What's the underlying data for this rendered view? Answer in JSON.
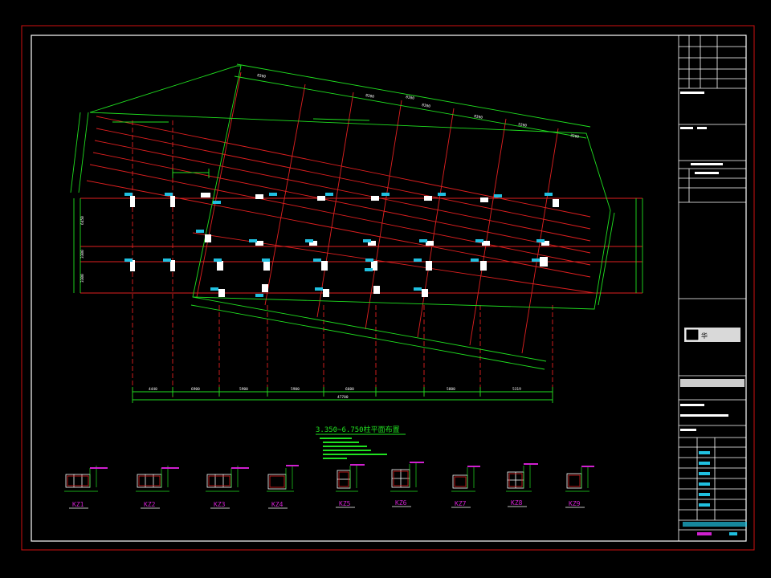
{
  "drawing": {
    "title": "3.350~6.750柱平面布置",
    "column_labels": [
      "KZ1",
      "KZ2",
      "KZ3",
      "KZ4",
      "KZ5",
      "KZ6",
      "KZ7",
      "KZ8",
      "KZ9"
    ],
    "bottom_dimensions": [
      "4440",
      "6900",
      "5900",
      "5900",
      "6600",
      "5800",
      "5319"
    ],
    "bottom_total": "47700",
    "top_dimensions": [
      "8300",
      "8300",
      "8300",
      "8300",
      "8300",
      "5200",
      "3200"
    ],
    "left_dimensions": [
      "6450",
      "3300",
      "3300"
    ],
    "colors": {
      "frame": "#d01010",
      "grid_red": "#e02020",
      "dim_green": "#20e020",
      "column_label": "#d020d0",
      "tag_cyan": "#20c0e0",
      "white": "#ffffff"
    }
  }
}
